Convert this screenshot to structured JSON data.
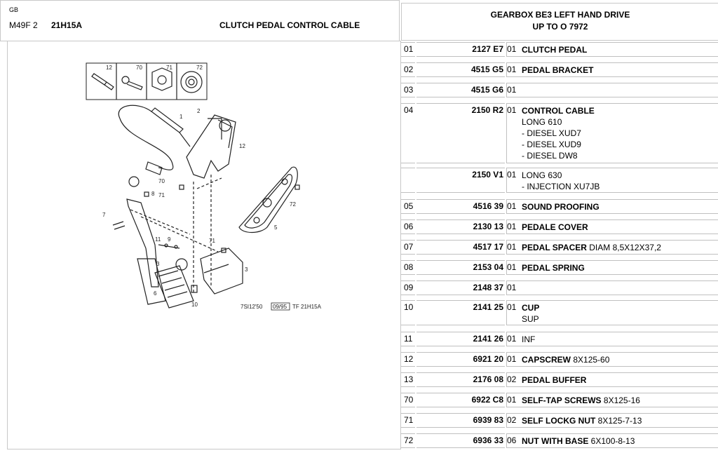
{
  "header": {
    "lang": "GB",
    "model": "M49F 2",
    "code": "21H15A",
    "title": "CLUTCH PEDAL CONTROL CABLE",
    "gearbox_line1": "GEARBOX BE3 LEFT HAND DRIVE",
    "gearbox_line2": "UP TO O 7972"
  },
  "figure": {
    "ref": "7SI12'50",
    "ref_box": "09/95",
    "ref_code": "TF 21H15A",
    "callouts": [
      "12",
      "70",
      "71",
      "72",
      "1",
      "2",
      "12",
      "70",
      "71",
      "7",
      "8",
      "11",
      "9",
      "3",
      "71",
      "3",
      "6",
      "10",
      "72",
      "5"
    ]
  },
  "parts": [
    {
      "num": "01",
      "ref": "2127 E7",
      "qty": "01",
      "desc": "CLUTCH PEDAL",
      "extra": "",
      "lines": []
    },
    {
      "num": "02",
      "ref": "4515 G5",
      "qty": "01",
      "desc": "PEDAL BRACKET",
      "extra": "",
      "lines": []
    },
    {
      "num": "03",
      "ref": "4515 G6",
      "qty": "01",
      "desc": "",
      "extra": "",
      "lines": []
    },
    {
      "num": "04",
      "ref": "2150 R2",
      "qty": "01",
      "desc": "CONTROL CABLE",
      "extra": "",
      "lines": [
        "LONG 610",
        "- DIESEL XUD7",
        "- DIESEL XUD9",
        "- DIESEL DW8"
      ]
    },
    {
      "num": "",
      "ref": "2150 V1",
      "qty": "01",
      "desc": "",
      "extra": "LONG 630",
      "lines": [
        "- INJECTION XU7JB"
      ]
    },
    {
      "num": "05",
      "ref": "4516 39",
      "qty": "01",
      "desc": "SOUND PROOFING",
      "extra": "",
      "lines": []
    },
    {
      "num": "06",
      "ref": "2130 13",
      "qty": "01",
      "desc": "PEDALE COVER",
      "extra": "",
      "lines": []
    },
    {
      "num": "07",
      "ref": "4517 17",
      "qty": "01",
      "desc": "PEDAL SPACER",
      "extra": "DIAM 8,5X12X37,2",
      "lines": []
    },
    {
      "num": "08",
      "ref": "2153 04",
      "qty": "01",
      "desc": "PEDAL SPRING",
      "extra": "",
      "lines": []
    },
    {
      "num": "09",
      "ref": "2148 37",
      "qty": "01",
      "desc": "",
      "extra": "",
      "lines": []
    },
    {
      "num": "10",
      "ref": "2141 25",
      "qty": "01",
      "desc": "CUP",
      "extra": "",
      "lines": [
        "SUP"
      ]
    },
    {
      "num": "11",
      "ref": "2141 26",
      "qty": "01",
      "desc": "",
      "extra": "INF",
      "lines": []
    },
    {
      "num": "12",
      "ref": "6921 20",
      "qty": "01",
      "desc": "CAPSCREW",
      "extra": "8X125-60",
      "lines": []
    },
    {
      "num": "13",
      "ref": "2176 08",
      "qty": "02",
      "desc": "PEDAL BUFFER",
      "extra": "",
      "lines": []
    },
    {
      "num": "70",
      "ref": "6922 C8",
      "qty": "01",
      "desc": "SELF-TAP SCREWS",
      "extra": "8X125-16",
      "lines": []
    },
    {
      "num": "71",
      "ref": "6939 83",
      "qty": "02",
      "desc": "SELF LOCKG NUT",
      "extra": "8X125-7-13",
      "lines": []
    },
    {
      "num": "72",
      "ref": "6936 33",
      "qty": "06",
      "desc": "NUT WITH BASE",
      "extra": "6X100-8-13",
      "lines": []
    }
  ]
}
